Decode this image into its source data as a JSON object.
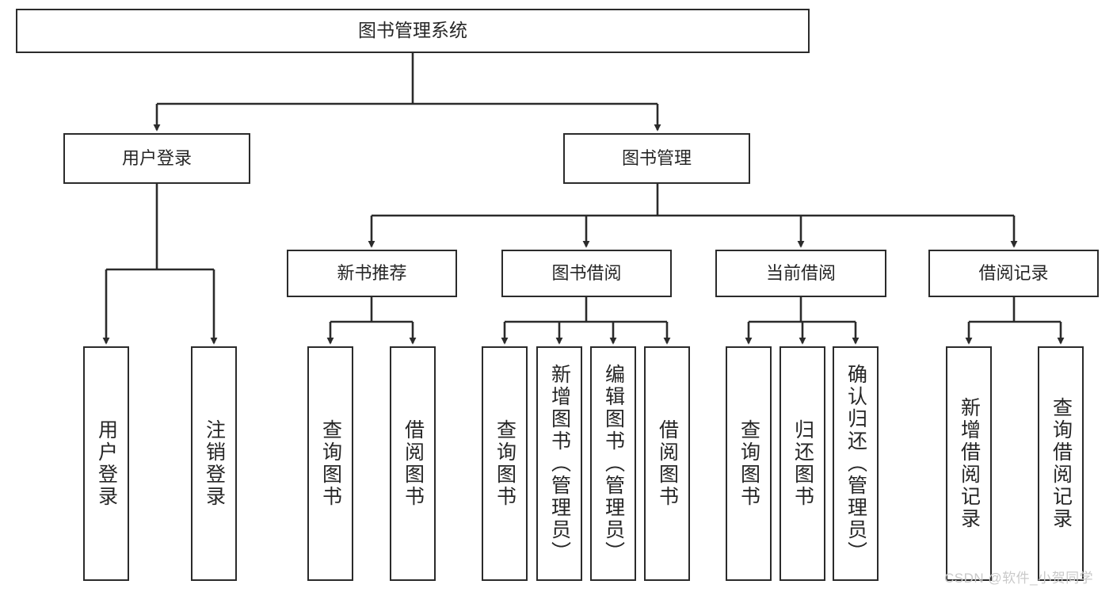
{
  "diagram": {
    "title_node": {
      "label": "图书管理系统"
    },
    "level2": [
      {
        "label": "用户登录"
      },
      {
        "label": "图书管理"
      }
    ],
    "level3": [
      {
        "label": "新书推荐"
      },
      {
        "label": "图书借阅"
      },
      {
        "label": "当前借阅"
      },
      {
        "label": "借阅记录"
      }
    ],
    "leaves": {
      "user_login": [
        {
          "label": "用户登录"
        },
        {
          "label": "注销登录"
        }
      ],
      "new_book_recommend": [
        {
          "label": "查询图书"
        },
        {
          "label": "借阅图书"
        }
      ],
      "book_borrow": [
        {
          "label": "查询图书"
        },
        {
          "label": "新增图书（管理员）"
        },
        {
          "label": "编辑图书（管理员）"
        },
        {
          "label": "借阅图书"
        }
      ],
      "current_borrow": [
        {
          "label": "查询图书"
        },
        {
          "label": "归还图书"
        },
        {
          "label": "确认归还（管理员）"
        }
      ],
      "borrow_records": [
        {
          "label": "新增借阅记录"
        },
        {
          "label": "查询借阅记录"
        }
      ]
    }
  },
  "watermark": {
    "text": "CSDN @软件_小贺同学"
  },
  "colors": {
    "stroke": "#2b2b2b",
    "fill": "#ffffff",
    "text": "#262626",
    "watermark": "#c9c9c9"
  }
}
